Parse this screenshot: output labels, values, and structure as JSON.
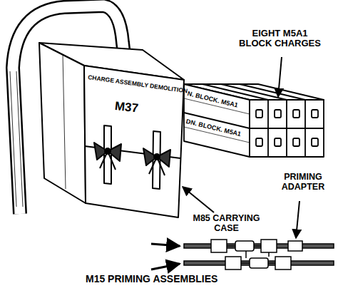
{
  "diagram": {
    "labels": [
      "EIGHT M5A1 BLOCK CHARGES",
      "CHARGE ASSEMBLY DEMOLITION",
      "N. BLOCK. M5A1",
      "M37",
      "DN. BLOCK. M5A1",
      "PRIMING ADAPTER",
      "M85 CARRYING CASE",
      "M15 PRIMING ASSEMBLIES"
    ]
  }
}
